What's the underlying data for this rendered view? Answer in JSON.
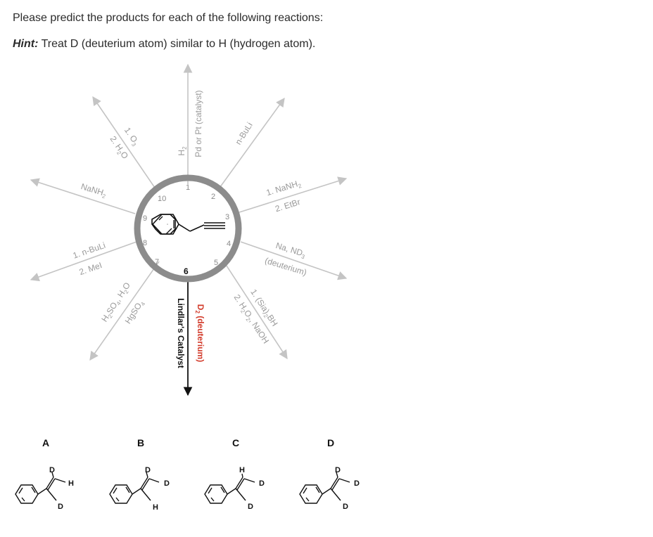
{
  "question": "Please predict the products for each of the following reactions:",
  "hint_label": "Hint:",
  "hint_text": " Treat D (deuterium atom) similar to H (hydrogen atom).",
  "reagents": {
    "r1_line1": "H",
    "r1_line1_sub": "2",
    "r1_line2": "Pd or Pt (catalyst)",
    "r2": "n-BuLi",
    "r3_line1": "1. NaNH",
    "r3_line1_sub": "2",
    "r3_line2": "2. EtBr",
    "r4_line1": "Na, ND",
    "r4_line1_sub": "3",
    "r4_line2": "(deuterium)",
    "r5_line1": "1. (Sia)",
    "r5_line1_sub": "2",
    "r5_line1_tail": "BH",
    "r5_line2": "2. H",
    "r5_line2_sub": "2",
    "r5_line2_mid": "O",
    "r5_line2_sub2": "2",
    "r5_line2_tail": ", NaOH",
    "r6_line1": "D",
    "r6_line1_sub": "2",
    "r6_line1_tail": " (deuterium)",
    "r6_line2": "Lindlar's Catalyst",
    "r7_line1": "H",
    "r7_line1_sub": "2",
    "r7_line1_tail": "SO",
    "r7_line1_sub2": "4",
    "r7_line1_tail2": ", H",
    "r7_line1_sub3": "2",
    "r7_line1_tail3": "O",
    "r7_line2": "HgSO",
    "r7_line2_sub": "4",
    "r8_line1": "1. n-BuLi",
    "r8_line2": "2. MeI",
    "r9": "NaNH",
    "r9_sub": "2",
    "r10_line1": "1. O",
    "r10_line1_sub": "3",
    "r10_line2": "2. H",
    "r10_line2_sub": "2",
    "r10_line2_tail": "O"
  },
  "wheel_numbers": [
    "1",
    "2",
    "3",
    "4",
    "5",
    "6",
    "7",
    "8",
    "9",
    "10"
  ],
  "options": [
    {
      "label": "A",
      "atoms": [
        "D",
        "H",
        "D"
      ]
    },
    {
      "label": "B",
      "atoms": [
        "D",
        "D",
        "H"
      ]
    },
    {
      "label": "C",
      "atoms": [
        "H",
        "D",
        "D"
      ]
    },
    {
      "label": "D",
      "atoms": [
        "D",
        "D",
        "D"
      ]
    }
  ]
}
